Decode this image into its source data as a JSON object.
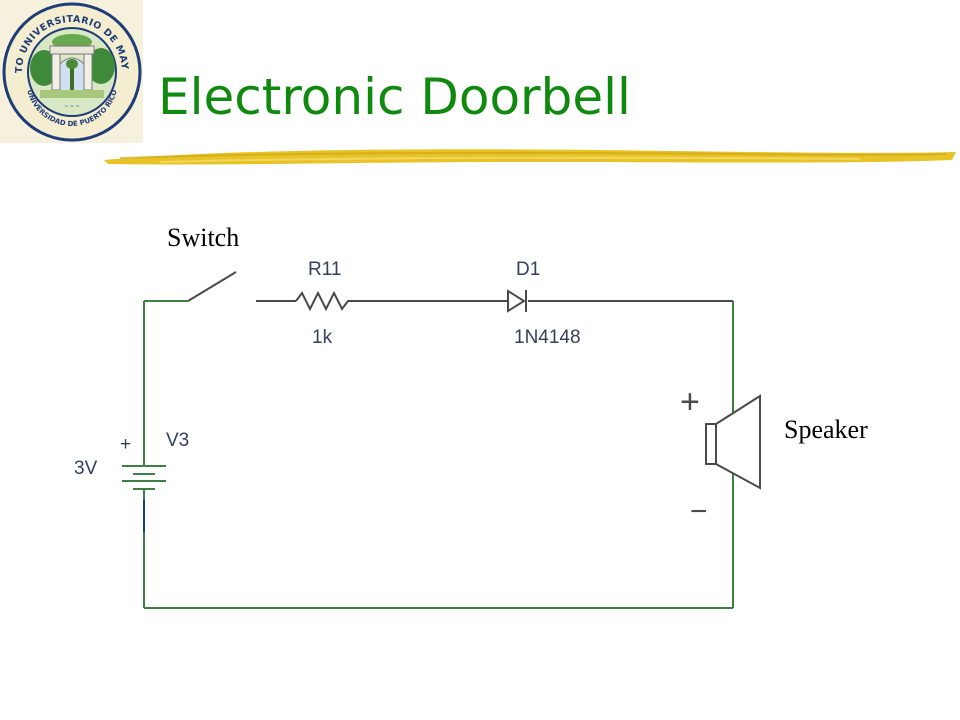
{
  "slide": {
    "title": "Electronic Doorbell"
  },
  "logo": {
    "ring_text_top": "RECINTO UNIVERSITARIO DE MAYAGÜEZ",
    "ring_text_bottom": "UNIVERSIDAD DE PUERTO RICO"
  },
  "diagram": {
    "switch_label": "Switch",
    "speaker_label": "Speaker",
    "resistor": {
      "ref": "R11",
      "value": "1k"
    },
    "diode": {
      "ref": "D1",
      "part": "1N4148"
    },
    "battery": {
      "ref": "V3",
      "value": "3V",
      "plus": "+"
    },
    "speaker_polarity": {
      "plus": "+",
      "minus": "−"
    }
  },
  "colors": {
    "title": "#0f8a0f",
    "wire_green": "#3f7f45",
    "wire_dark": "#4a4a4a",
    "component_text": "#34405c",
    "brush_yellow": "#e8c328"
  }
}
